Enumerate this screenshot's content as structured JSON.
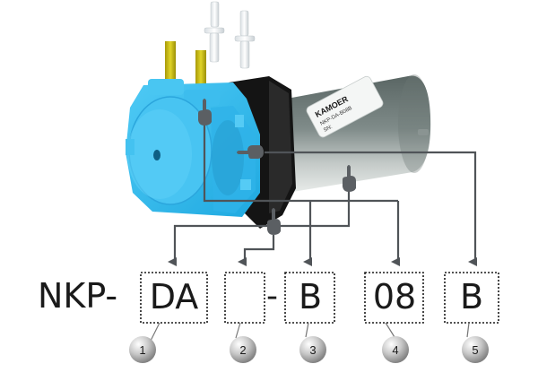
{
  "diagram": {
    "title": "Peristaltic pump model code breakdown",
    "prefix": "NKP-",
    "separator": "-",
    "segments": [
      {
        "index": "1",
        "value": "DA"
      },
      {
        "index": "2",
        "value": ""
      },
      {
        "index": "3",
        "value": "B"
      },
      {
        "index": "4",
        "value": "08"
      },
      {
        "index": "5",
        "value": "B"
      }
    ],
    "label_text": {
      "brand": "KAMOER",
      "model_line": "NKP-DA-B08B",
      "serial_line": "SN:"
    },
    "colors": {
      "pump_head": "#3fc0f0",
      "pump_head_dark": "#1c9dd6",
      "tube": "#c8bb10",
      "motor": "#6e7a78",
      "bracket": "#121212",
      "connector": "#505458",
      "text": "#1a1a1a"
    }
  }
}
